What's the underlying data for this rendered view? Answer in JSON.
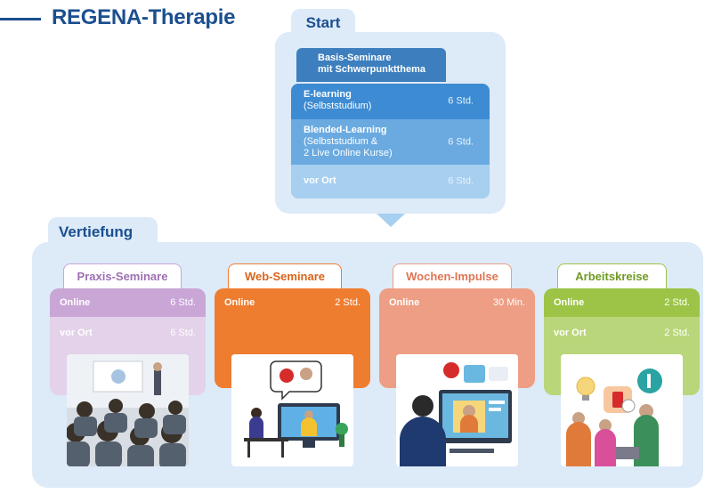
{
  "header": {
    "title": "REGENA-Therapie"
  },
  "start": {
    "tab": "Start",
    "basis_line1": "Basis-Seminare",
    "basis_line2": "mit Schwerpunktthema",
    "offers": [
      {
        "title": "E-learning",
        "sub1": "(Selbststudium)",
        "sub2": "",
        "duration": "6 Std."
      },
      {
        "title": "Blended-Learning",
        "sub1": "(Selbststudium &",
        "sub2": "2 Live Online Kurse)",
        "duration": "6 Std."
      },
      {
        "title": "vor Ort",
        "sub1": "",
        "sub2": "",
        "duration": "6 Std."
      }
    ]
  },
  "vertiefung": {
    "tab": "Vertiefung",
    "cards": [
      {
        "title": "Praxis-Seminare",
        "color": "#c9a6d6",
        "light": "#e3d2ea",
        "rows": [
          {
            "name": "Online",
            "duration": "6 Std."
          },
          {
            "name": "vor Ort",
            "duration": "6 Std."
          }
        ]
      },
      {
        "title": "Web-Seminare",
        "color": "#ef7d30",
        "light": "#ef7d30",
        "rows": [
          {
            "name": "Online",
            "duration": "2 Std."
          }
        ]
      },
      {
        "title": "Wochen-Impulse",
        "color": "#ee9e84",
        "light": "#ee9e84",
        "rows": [
          {
            "name": "Online",
            "duration": "30 Min."
          }
        ]
      },
      {
        "title": "Arbeitskreise",
        "color": "#9dc447",
        "light": "#b9d67a",
        "rows": [
          {
            "name": "Online",
            "duration": "2 Std."
          },
          {
            "name": "vor Ort",
            "duration": "2 Std."
          }
        ]
      }
    ]
  },
  "colors": {
    "brand": "#1b4f8f",
    "panel": "#ddeaf8"
  }
}
